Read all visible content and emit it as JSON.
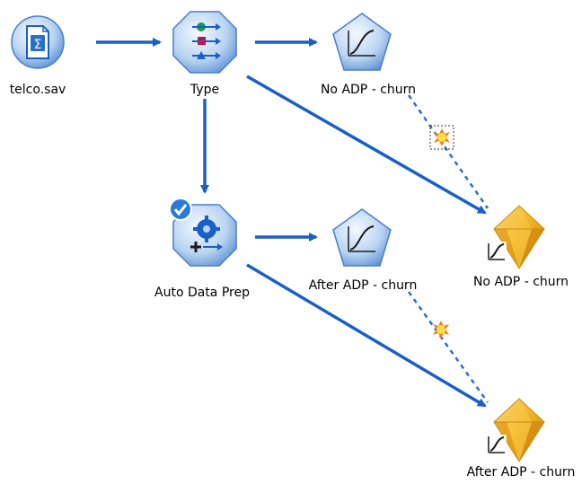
{
  "canvas": {
    "background": "#ffffff"
  },
  "colors": {
    "link": "#1a5fc8",
    "dashed_link": "#2a6fcc",
    "node_blue_light": "#d8e8f8",
    "node_blue_dark": "#5b8fd6",
    "nugget_gold": "#f0b020",
    "nugget_gold_dark": "#c88a10",
    "badge_star": "#f5d020"
  },
  "nodes": {
    "source": {
      "label": "telco.sav",
      "icon": "statistics-file-icon"
    },
    "type": {
      "label": "Type",
      "icon": "type-icon"
    },
    "no_adp_model": {
      "label": "No ADP - churn",
      "icon": "logistic-curve-icon"
    },
    "auto_data_prep": {
      "label": "Auto Data Prep",
      "icon": "auto-data-prep-icon"
    },
    "after_adp_model": {
      "label": "After ADP - churn",
      "icon": "logistic-curve-icon"
    },
    "no_adp_nugget": {
      "label": "No ADP - churn",
      "icon": "model-nugget-icon"
    },
    "after_adp_nugget": {
      "label": "After ADP - churn",
      "icon": "model-nugget-icon"
    }
  }
}
